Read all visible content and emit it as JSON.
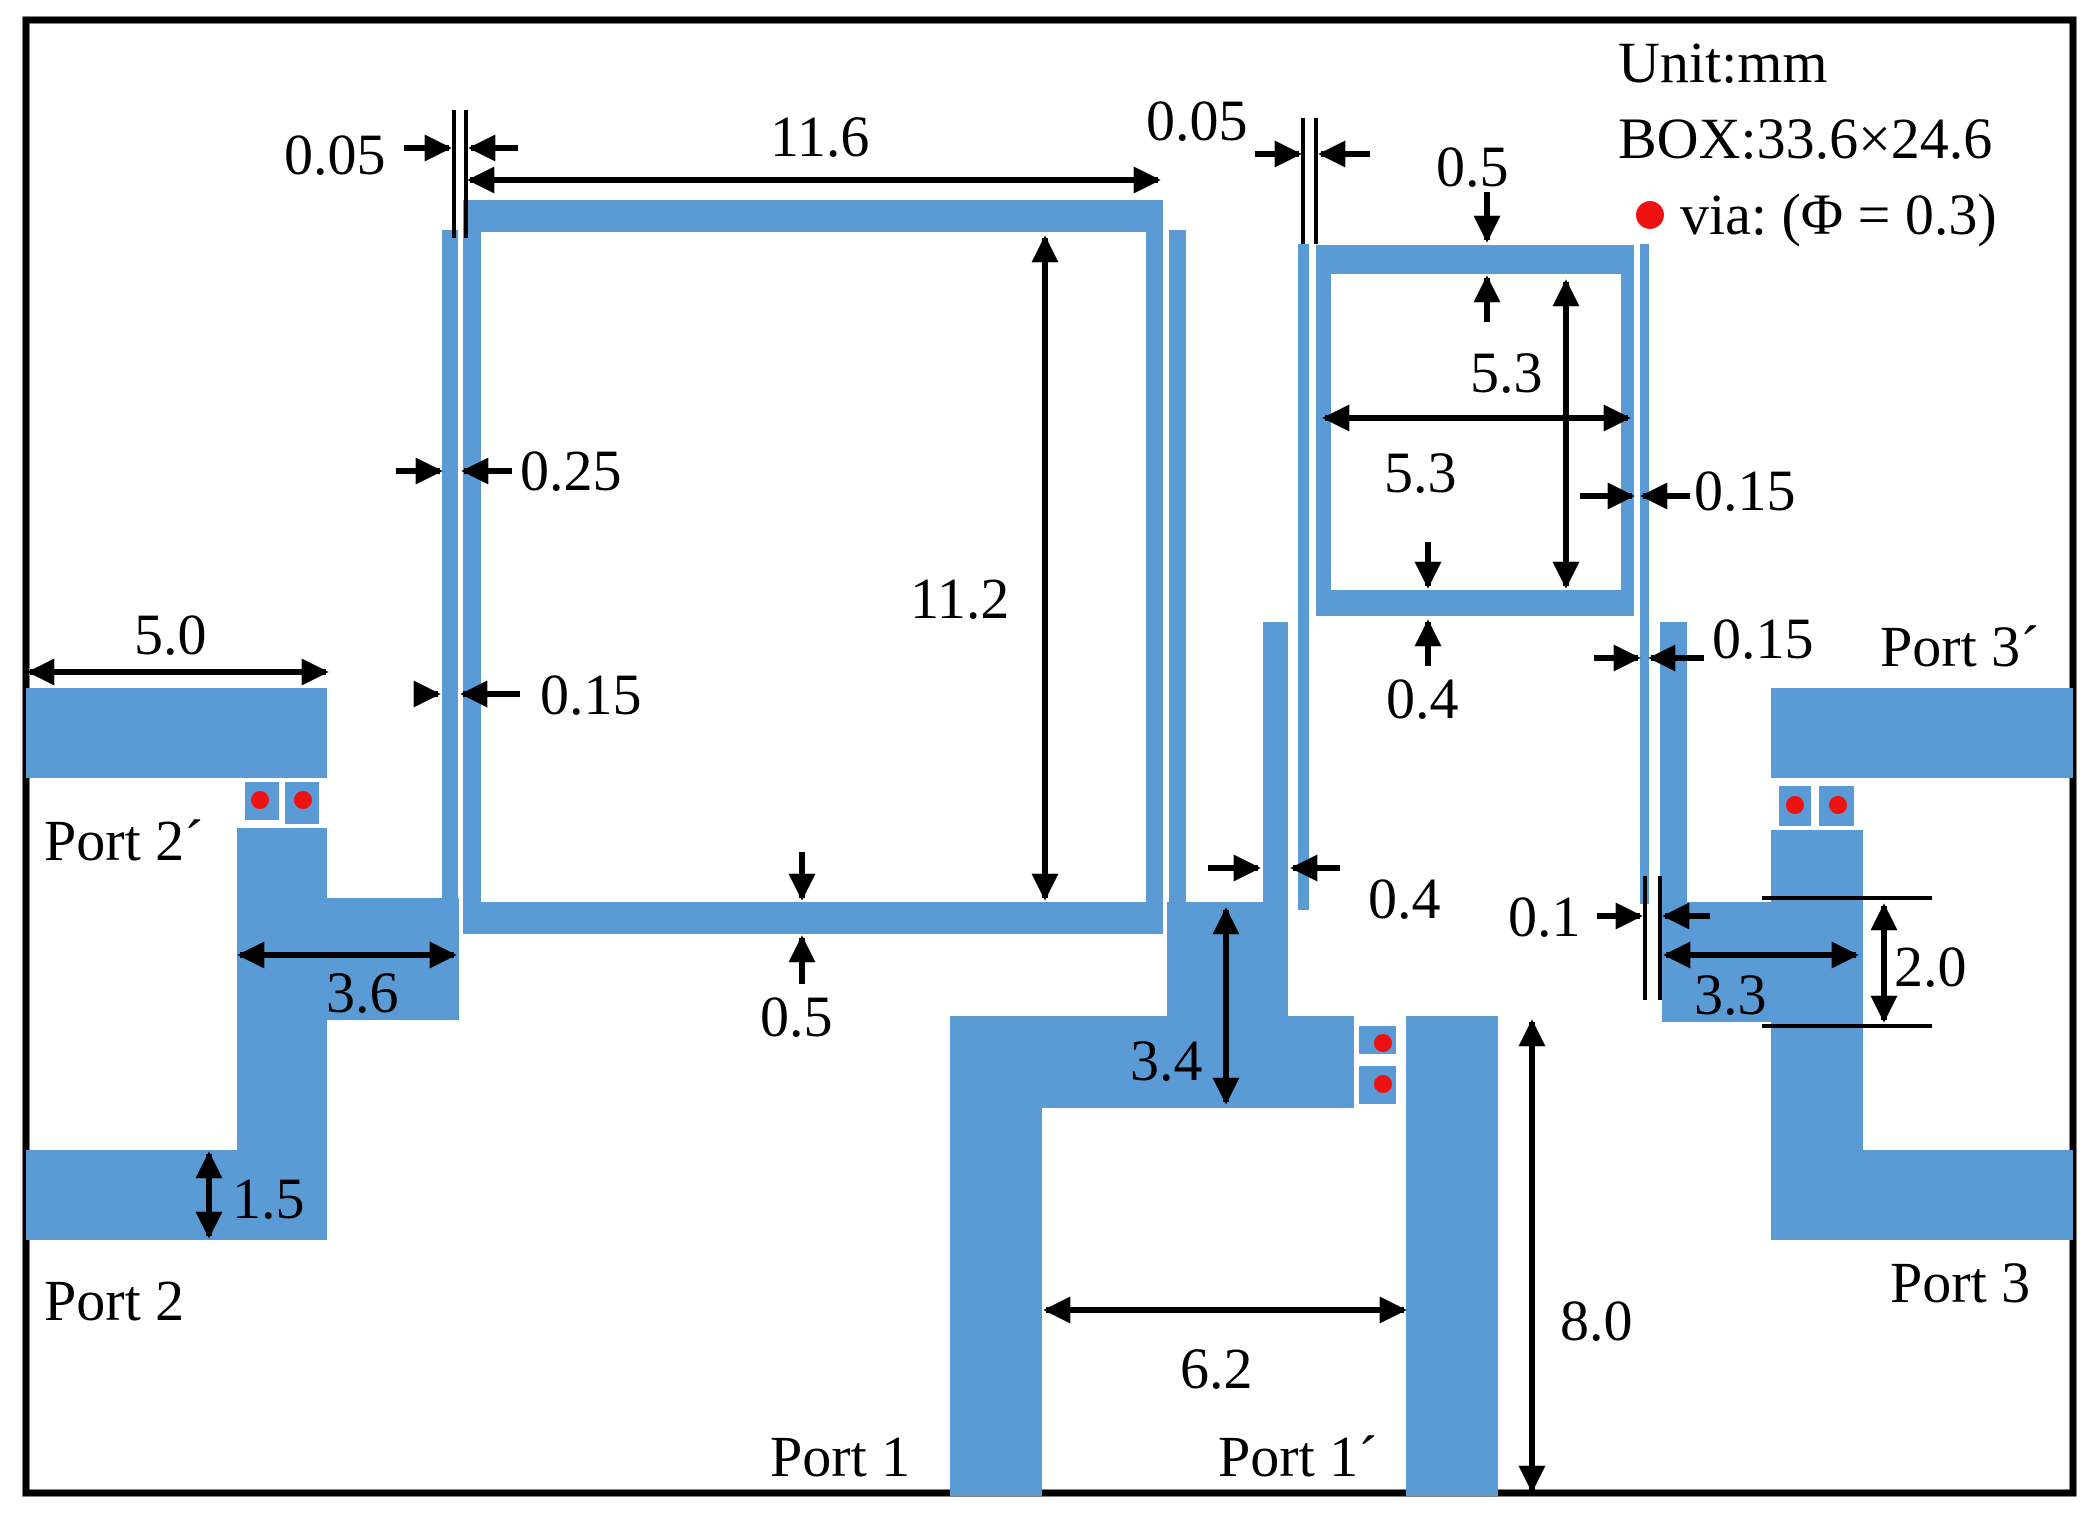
{
  "legend": {
    "unit": "Unit:mm",
    "box": "BOX:33.6×24.6",
    "via": "via: (Φ = 0.3)"
  },
  "ports": {
    "port1": "Port 1",
    "port1p": "Port 1´",
    "port2": "Port 2",
    "port2p": "Port 2´",
    "port3": "Port 3",
    "port3p": "Port 3´"
  },
  "dims": {
    "d005a": "0.05",
    "d116": "11.6",
    "d005b": "0.05",
    "d05top": "0.5",
    "d025": "0.25",
    "d112": "11.2",
    "d53v": "5.3",
    "d53h": "5.3",
    "d015a": "0.15",
    "d50": "5.0",
    "d015b": "0.15",
    "d04b": "0.4",
    "d015c": "0.15",
    "d04a": "0.4",
    "d01": "0.1",
    "d36": "3.6",
    "d05b": "0.5",
    "d34": "3.4",
    "d33": "3.3",
    "d20": "2.0",
    "d15": "1.5",
    "d80": "8.0",
    "d62": "6.2"
  },
  "colors": {
    "microstrip": "#5b9bd5",
    "via": "#ee1111",
    "frame": "#000000"
  }
}
